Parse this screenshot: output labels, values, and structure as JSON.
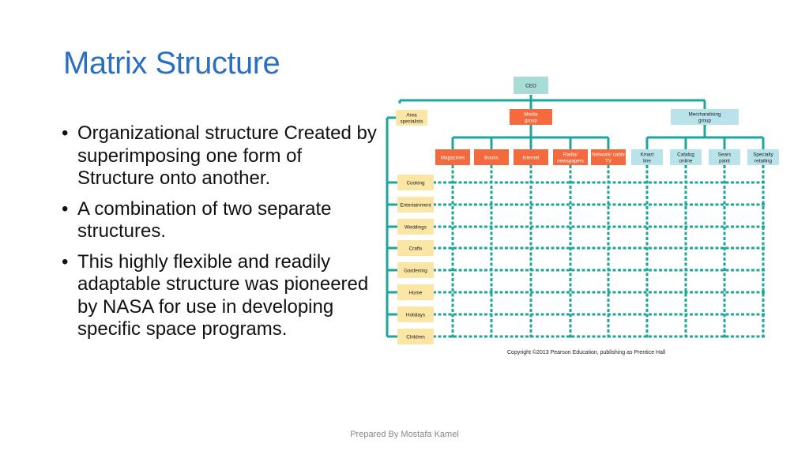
{
  "slide": {
    "title": "Matrix Structure",
    "bullets": [
      "Organizational structure Created by superimposing one form of Structure onto another.",
      "A combination of two separate structures.",
      "This highly flexible and readily adaptable structure was pioneered by NASA for use in developing specific space programs."
    ],
    "bullet_symbol": "•",
    "footer": "Prepared By Mostafa Kamel"
  },
  "org_chart": {
    "ceo": "CEO",
    "area_specialists": "Area specialists",
    "groups": [
      {
        "label": "Media group",
        "units": [
          "Magazines",
          "Books",
          "Internet",
          "Radio/ newspapers",
          "Network/ cable TV"
        ]
      },
      {
        "label": "Merchandising group",
        "units": [
          "Kmart line",
          "Catalog online",
          "Sears paint",
          "Specialty retailing"
        ]
      }
    ],
    "specialties": [
      "Cooking",
      "Entertainment",
      "Weddings",
      "Crafts",
      "Gardening",
      "Home",
      "Holidays",
      "Children"
    ],
    "copyright": "Copyright ©2013 Pearson Education, publishing as Prentice Hall",
    "colors": {
      "line": "#1fa59a",
      "ceo_box": "#a8dcd6",
      "media_box": "#f26a3d",
      "merch_box": "#b9e3ea",
      "specialist_box": "#fbe6a6",
      "dash": "#1fa59a"
    }
  }
}
